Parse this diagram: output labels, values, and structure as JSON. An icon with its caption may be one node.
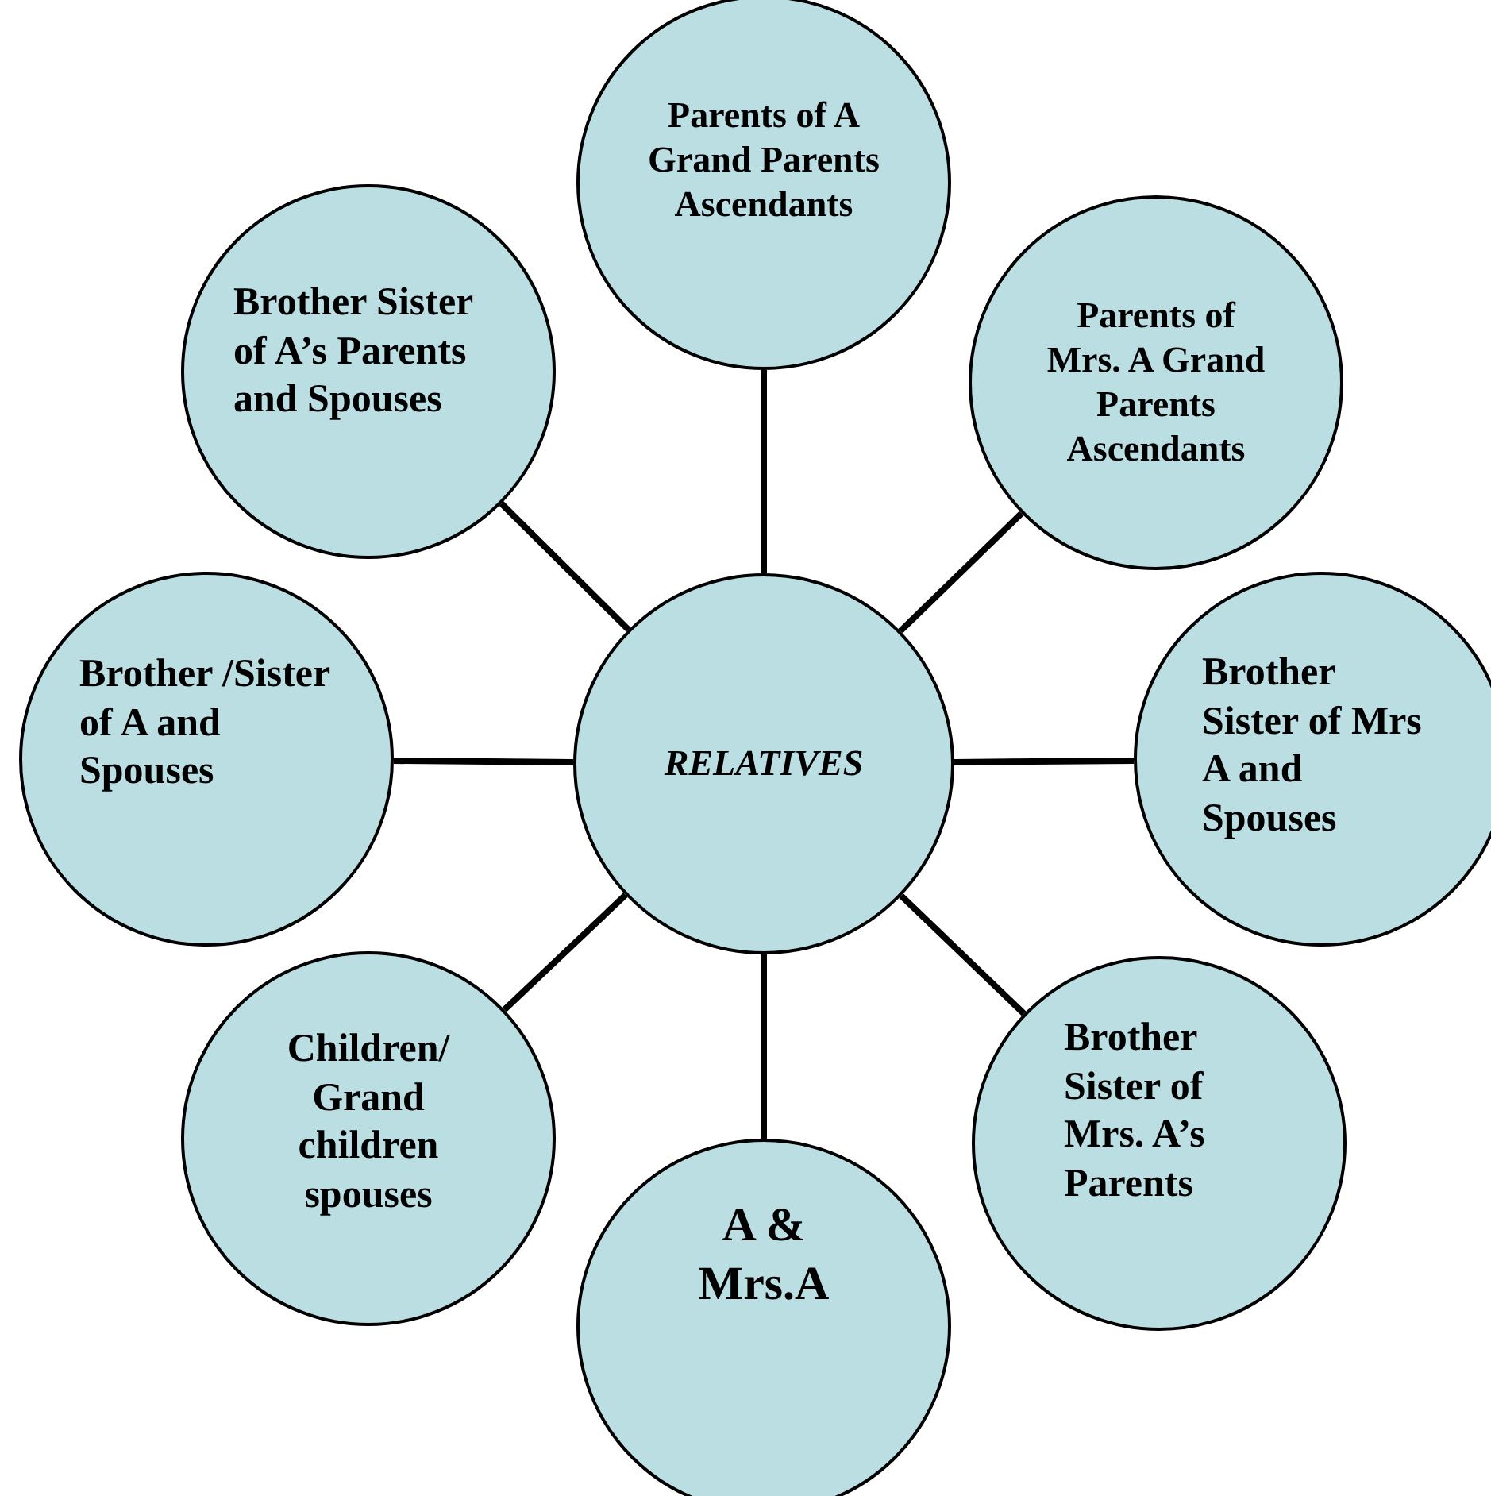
{
  "diagram": {
    "nodes": [
      {
        "text": [
          "Parents of A Grand Parents Ascendants"
        ]
      },
      {
        "text": [
          "Brother Sister of A’s Parents and Spouses"
        ]
      },
      {
        "text": [
          "Parents of Mrs. A Grand Parents Ascendants"
        ]
      },
      {
        "text": [
          "Brother /Sister of A and Spouses"
        ]
      },
      {
        "text": [
          "RELATIVES"
        ]
      },
      {
        "text": [
          "Brother Sister of Mrs A and Spouses"
        ]
      },
      {
        "text": [
          "Children/ Grand children spouses"
        ]
      },
      {
        "text": [
          "Brother Sister of Mrs. A’s Parents"
        ]
      },
      {
        "text": [
          "A & Mrs.A"
        ]
      }
    ],
    "edges": [
      {
        "from": 4,
        "to": 0,
        "arrow": "none"
      },
      {
        "from": 4,
        "to": 1,
        "arrow": "none"
      },
      {
        "from": 4,
        "to": 2,
        "arrow": "none"
      },
      {
        "from": 4,
        "to": 3,
        "arrow": "none"
      },
      {
        "from": 4,
        "to": 5,
        "arrow": "none"
      },
      {
        "from": 4,
        "to": 6,
        "arrow": "none"
      },
      {
        "from": 4,
        "to": 7,
        "arrow": "none"
      },
      {
        "from": 4,
        "to": 8,
        "arrow": "none"
      }
    ]
  }
}
